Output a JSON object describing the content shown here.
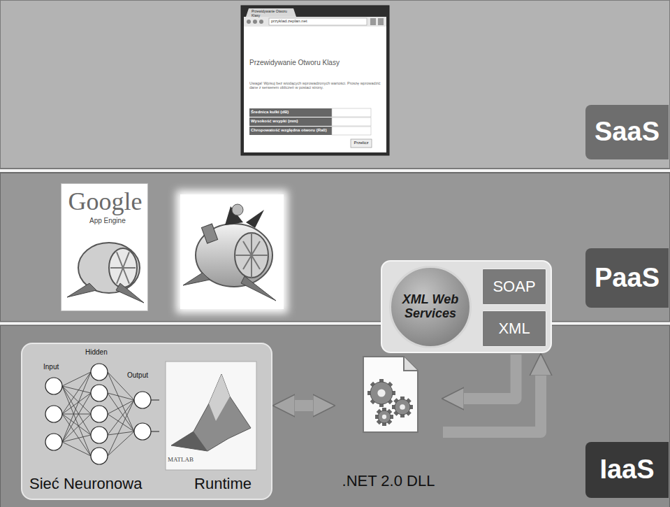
{
  "diagram": {
    "nodes": [
      {
        "text": [
          "SaaS"
        ]
      },
      {
        "text": [
          "Google",
          "App Engine"
        ]
      },
      {
        "text": [
          "PaaS"
        ]
      },
      {
        "text": []
      },
      {
        "text": [
          "XML Web Services"
        ],
        "in": 3
      },
      {
        "text": [
          "SOAP"
        ],
        "in": 3
      },
      {
        "text": [
          "XML"
        ],
        "in": 3
      },
      {
        "text": [
          "Sieć Neuronowa",
          "Runtime"
        ]
      },
      {
        "text": [
          ".NET 2.0 DLL"
        ]
      },
      {
        "text": [
          "IaaS"
        ]
      }
    ],
    "edges": [
      {
        "from": 7,
        "to": 8,
        "arrow": "both"
      },
      {
        "from": 3,
        "to": 8,
        "arrow": "to"
      },
      {
        "from": 8,
        "to": 3,
        "arrow": "to"
      }
    ],
    "labels": [
      "Przewidywanie Otworu Klasy",
      "przyklad.zeplan.net",
      "Przewidywanie Otworu Klasy",
      "Uwaga! Wpisuj bez wiodących wprowadzonych wartości. Proszę wprowadzić dane z serwerem obliczeń w postaci strony.",
      "Średnica kulki (dB)",
      "Wysokość wsypki (mm)",
      "Chropowatość względna otworu (Ra0)",
      "Przelicz",
      "Input",
      "Hidden",
      "Output",
      "MATLAB"
    ]
  }
}
